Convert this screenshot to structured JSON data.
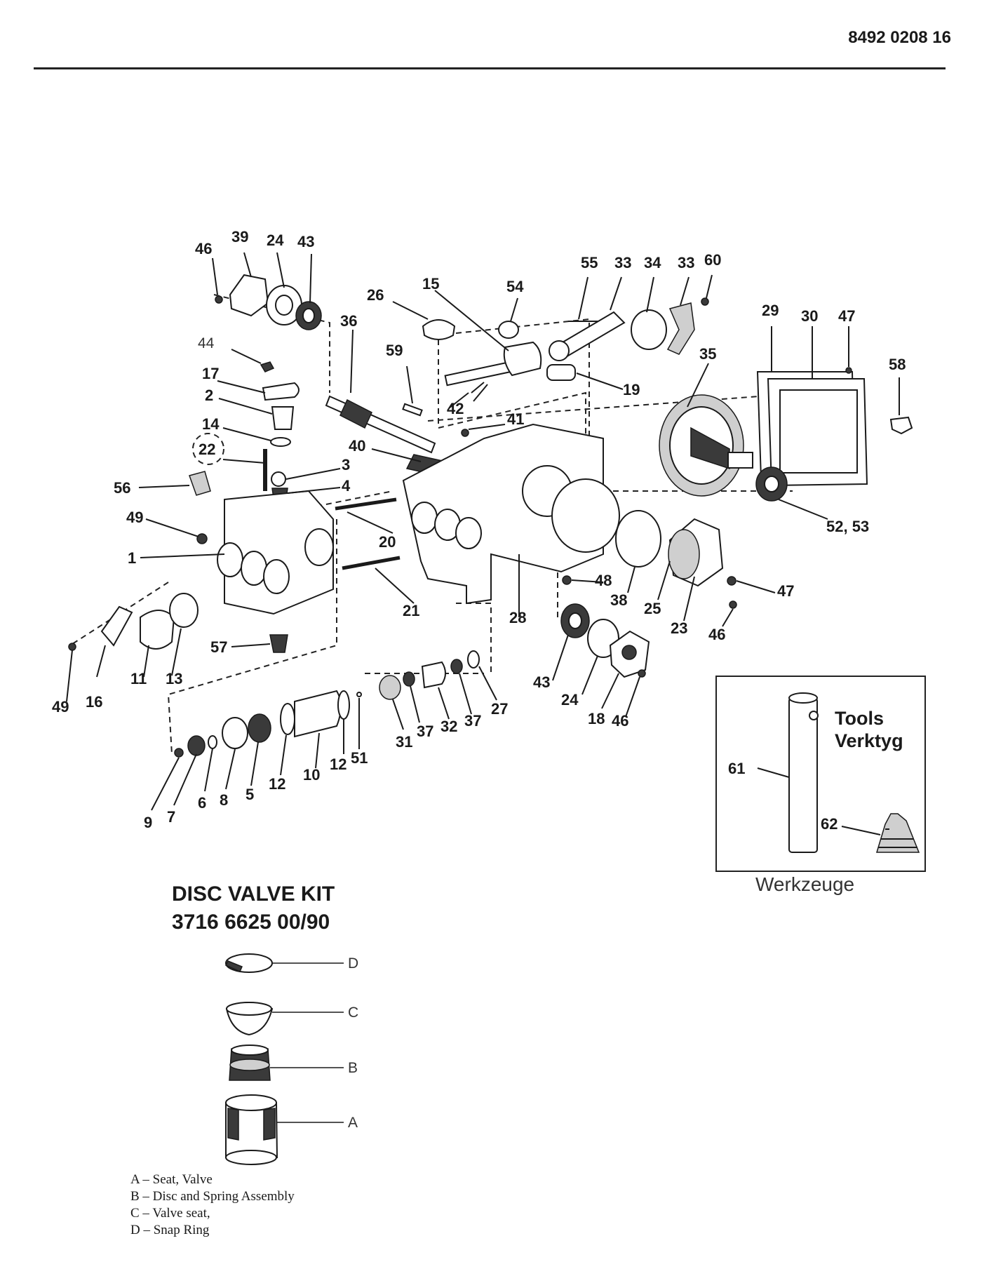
{
  "header": {
    "doc_number": "8492 0208 16"
  },
  "diagram": {
    "part_labels": [
      "46",
      "39",
      "24",
      "43",
      "55",
      "33",
      "34",
      "33",
      "60",
      "15",
      "54",
      "26",
      "36",
      "44",
      "59",
      "17",
      "2",
      "14",
      "22",
      "3",
      "4",
      "42",
      "41",
      "19",
      "29",
      "30",
      "47",
      "35",
      "58",
      "40",
      "56",
      "49",
      "1",
      "20",
      "21",
      "28",
      "52, 53",
      "48",
      "38",
      "25",
      "23",
      "47",
      "46",
      "57",
      "16",
      "11",
      "13",
      "49",
      "43",
      "24",
      "18",
      "46",
      "31",
      "37",
      "32",
      "37",
      "27",
      "9",
      "7",
      "6",
      "8",
      "5",
      "12",
      "10",
      "12",
      "51"
    ]
  },
  "tools": {
    "title_line1": "Tools",
    "title_line2": "Verktyg",
    "caption": "Werkzeuge",
    "labels": [
      "61",
      "62"
    ]
  },
  "kit": {
    "title_line1": "DISC VALVE KIT",
    "title_line2": "3716 6625 00/90",
    "callouts": [
      "D",
      "C",
      "B",
      "A"
    ],
    "legend": [
      "A – Seat, Valve",
      "B – Disc and Spring Assembly",
      "C – Valve seat,",
      "D – Snap Ring"
    ]
  }
}
